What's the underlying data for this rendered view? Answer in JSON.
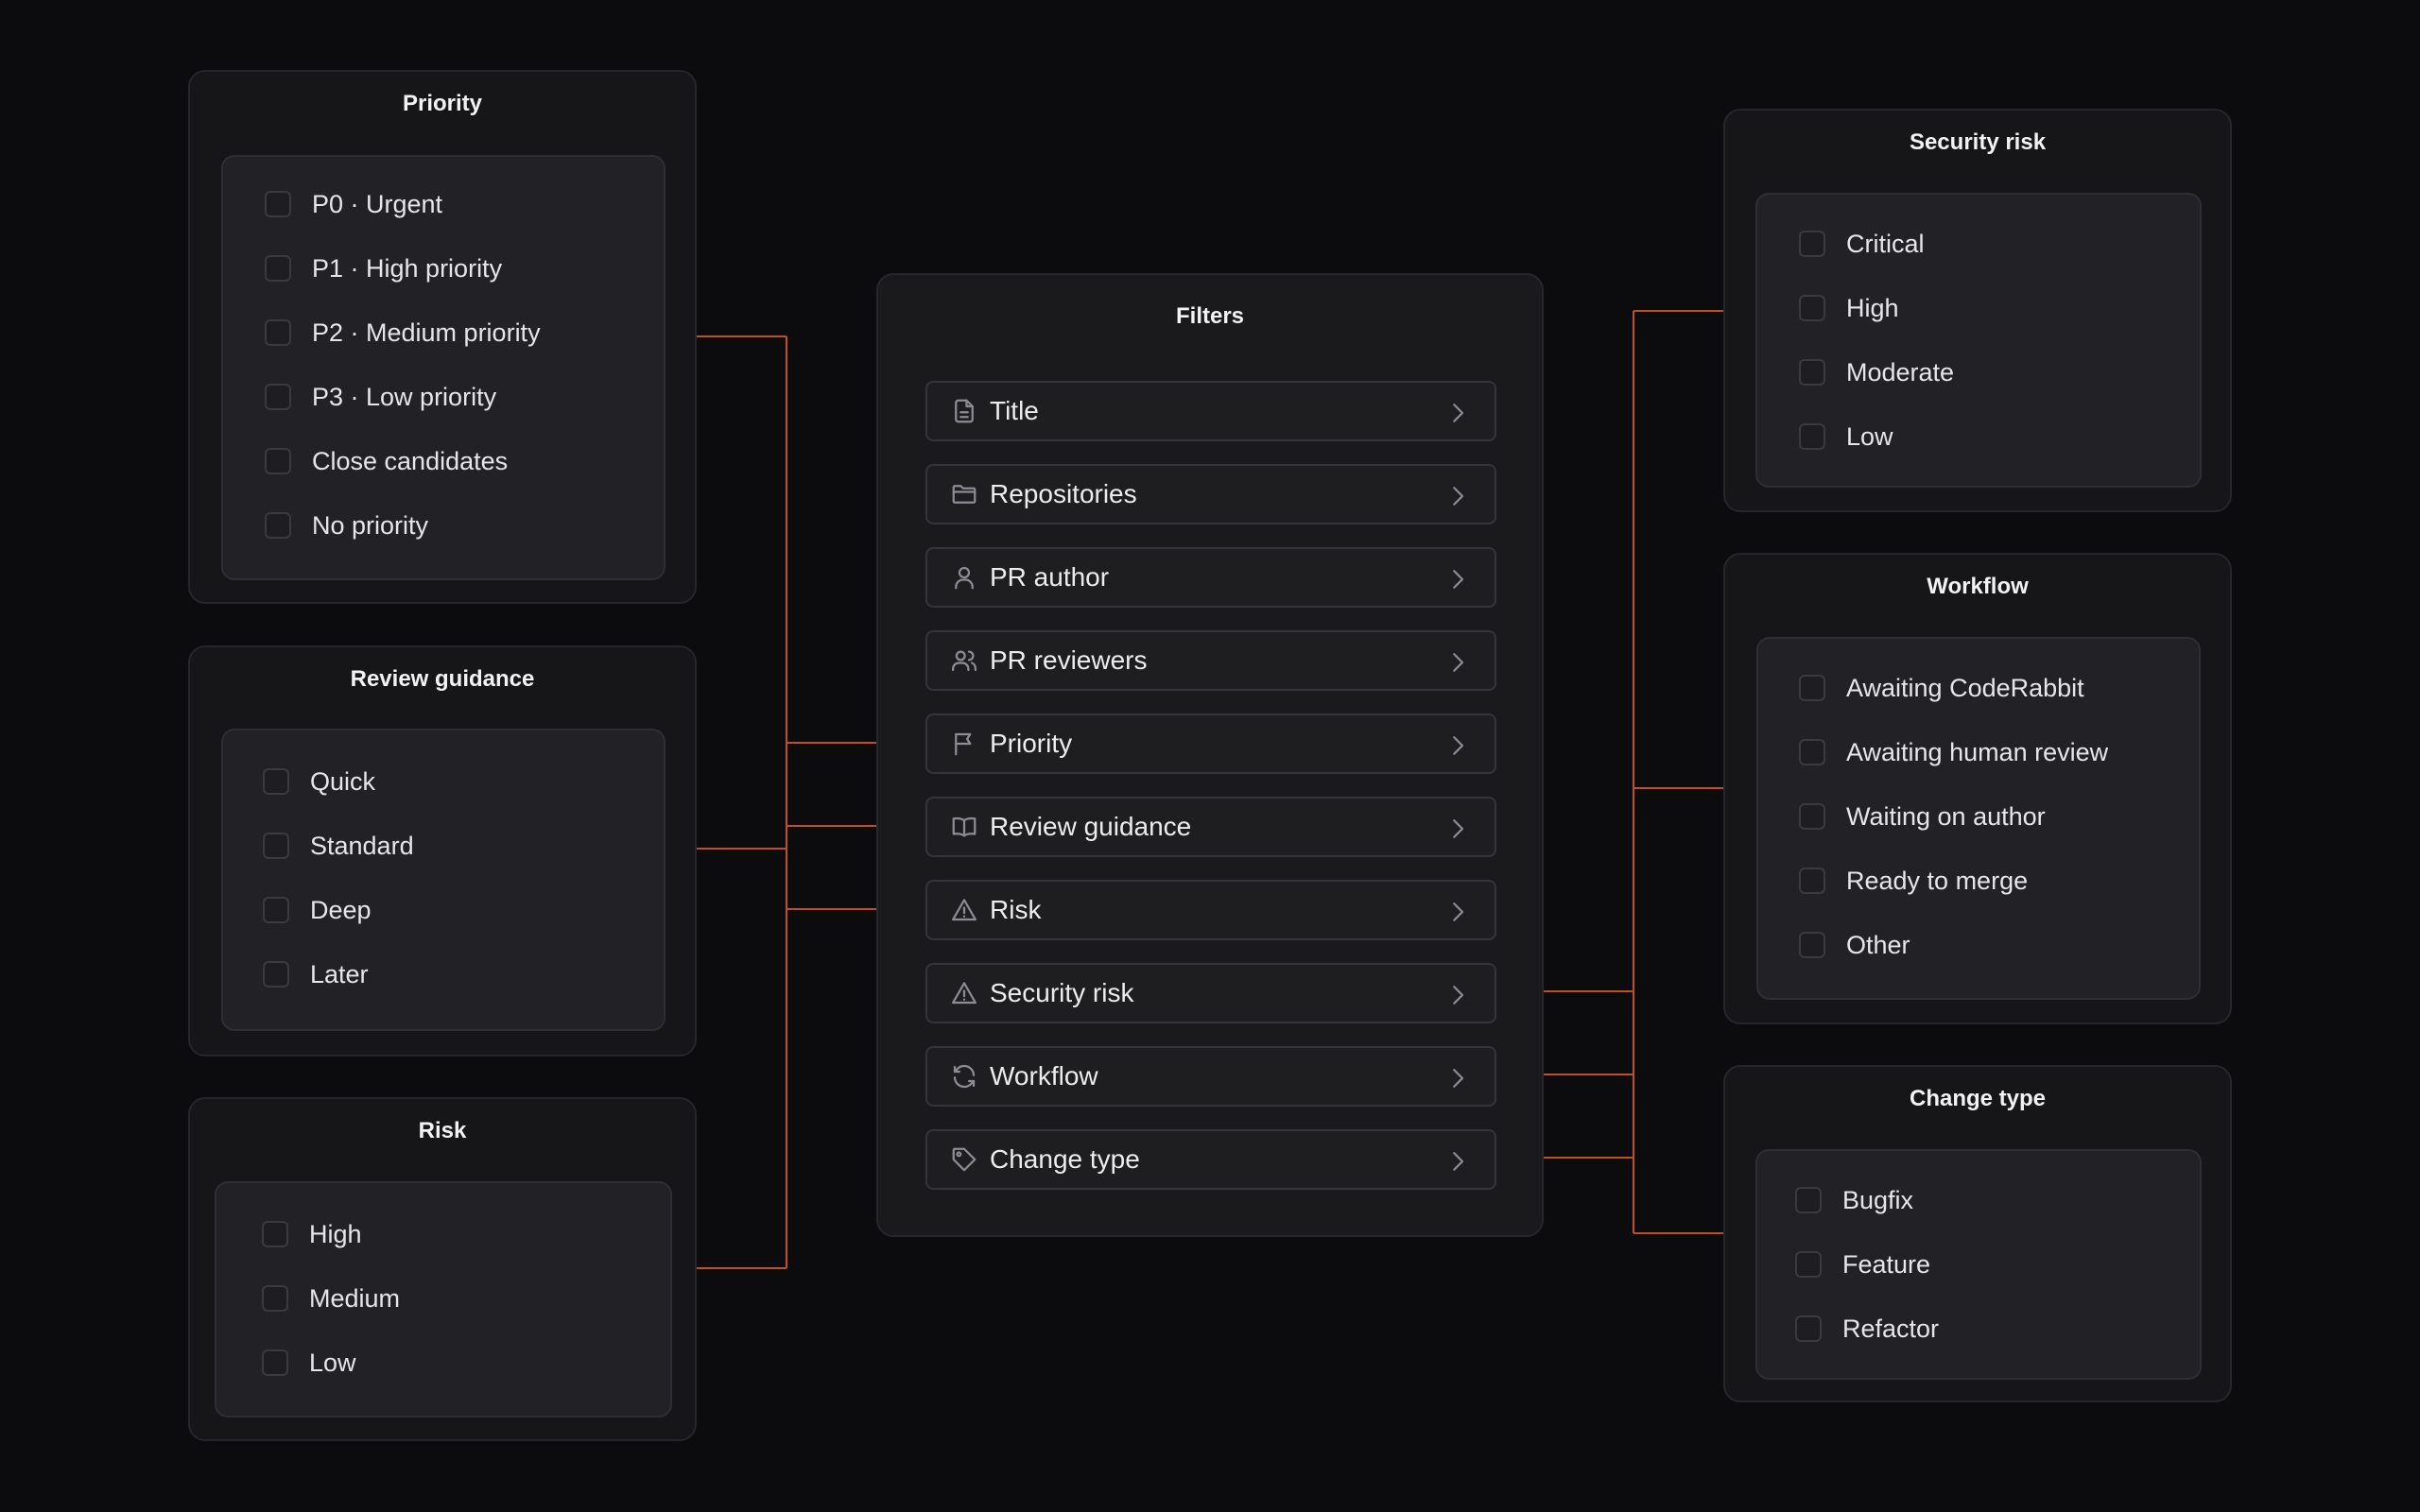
{
  "filters": {
    "title": "Filters",
    "items": [
      {
        "label": "Title",
        "icon": "document-icon"
      },
      {
        "label": "Repositories",
        "icon": "folder-icon"
      },
      {
        "label": "PR author",
        "icon": "user-icon"
      },
      {
        "label": "PR reviewers",
        "icon": "users-icon"
      },
      {
        "label": "Priority",
        "icon": "flag-icon"
      },
      {
        "label": "Review guidance",
        "icon": "book-icon"
      },
      {
        "label": "Risk",
        "icon": "warning-icon"
      },
      {
        "label": "Security risk",
        "icon": "warning-icon"
      },
      {
        "label": "Workflow",
        "icon": "refresh-icon"
      },
      {
        "label": "Change type",
        "icon": "tag-icon"
      }
    ]
  },
  "priority": {
    "title": "Priority",
    "options": [
      "P0 · Urgent",
      "P1 · High priority",
      "P2 · Medium priority",
      "P3 · Low priority",
      "Close candidates",
      "No priority"
    ]
  },
  "review_guidance": {
    "title": "Review guidance",
    "options": [
      "Quick",
      "Standard",
      "Deep",
      "Later"
    ]
  },
  "risk": {
    "title": "Risk",
    "options": [
      "High",
      "Medium",
      "Low"
    ]
  },
  "security_risk": {
    "title": "Security risk",
    "options": [
      "Critical",
      "High",
      "Moderate",
      "Low"
    ]
  },
  "workflow": {
    "title": "Workflow",
    "options": [
      "Awaiting CodeRabbit",
      "Awaiting human review",
      "Waiting on author",
      "Ready to merge",
      "Other"
    ]
  },
  "change_type": {
    "title": "Change type",
    "options": [
      "Bugfix",
      "Feature",
      "Refactor"
    ]
  },
  "colors": {
    "connector": "#c2501f",
    "background": "#0c0c0e",
    "panel": "#161619",
    "panel_body": "#222226"
  }
}
